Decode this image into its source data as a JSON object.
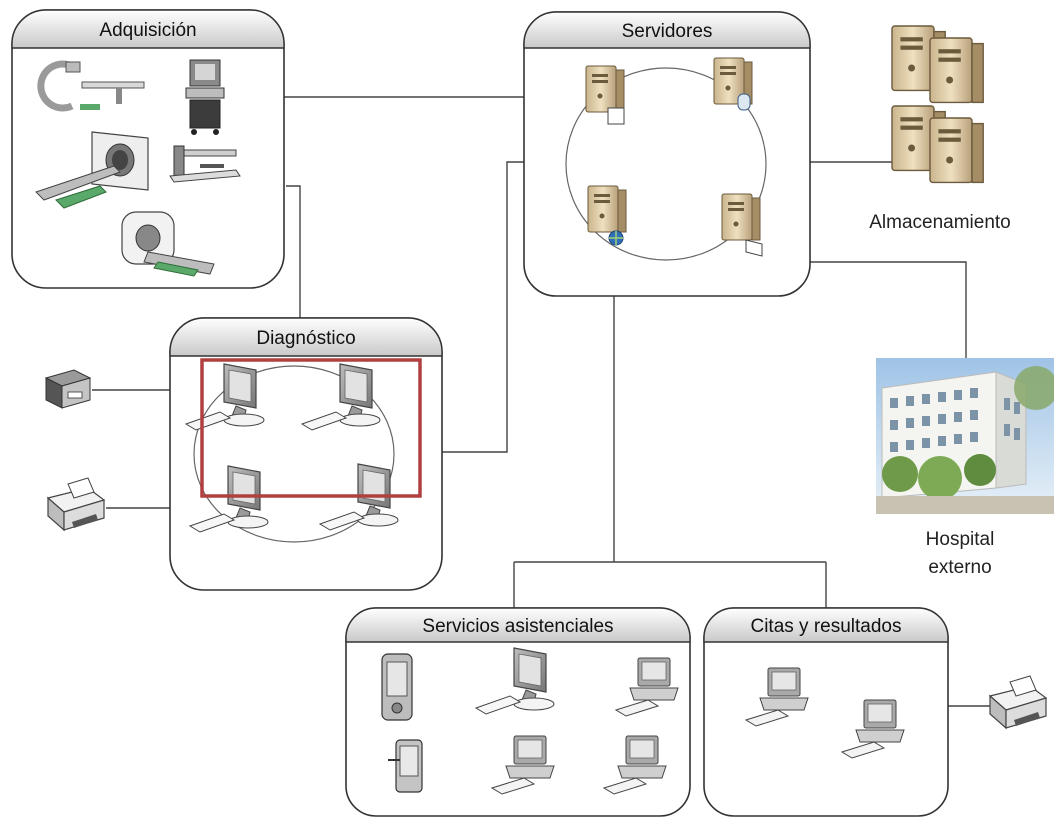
{
  "colors": {
    "panel_border": "#333333",
    "header_top": "#ffffff",
    "header_bottom": "#c9c9c9",
    "server_body": "#e6d3ae",
    "server_shade": "#b8a07a",
    "monitor_frame": "#9a9a9a",
    "monitor_screen": "#d8d8d8",
    "highlight_box": "#b04040",
    "green_accent": "#5aa86a",
    "globe": "#2f6fb5"
  },
  "groups": {
    "acquisition": {
      "title": "Adquisición",
      "icons": [
        "c-arm-icon",
        "ultrasound-cart-icon",
        "ct-scanner-icon",
        "xray-table-icon",
        "mri-scanner-icon"
      ]
    },
    "servers": {
      "title": "Servidores",
      "icons": [
        "server-icon",
        "database-server-icon",
        "web-server-icon",
        "file-server-icon"
      ]
    },
    "diagnosis": {
      "title": "Diagnóstico",
      "icons": [
        "workstation-icon",
        "workstation-icon",
        "workstation-icon",
        "workstation-icon"
      ]
    },
    "care_services": {
      "title": "Servicios asistenciales",
      "icons": [
        "pda-icon",
        "monitor-workstation-icon",
        "desktop-computer-icon",
        "handheld-icon",
        "desktop-computer-icon",
        "desktop-computer-icon"
      ]
    },
    "appointments": {
      "title": "Citas y resultados",
      "icons": [
        "desktop-computer-icon",
        "desktop-computer-icon"
      ]
    }
  },
  "external": {
    "storage": {
      "label": "Almacenamiento",
      "icon": "storage-servers-icon"
    },
    "hospital": {
      "label_line1": "Hospital",
      "label_line2": "externo",
      "icon": "hospital-building-icon"
    },
    "diag_peripherals": [
      "film-printer-icon",
      "printer-icon"
    ],
    "appointments_peripheral": "printer-icon"
  }
}
